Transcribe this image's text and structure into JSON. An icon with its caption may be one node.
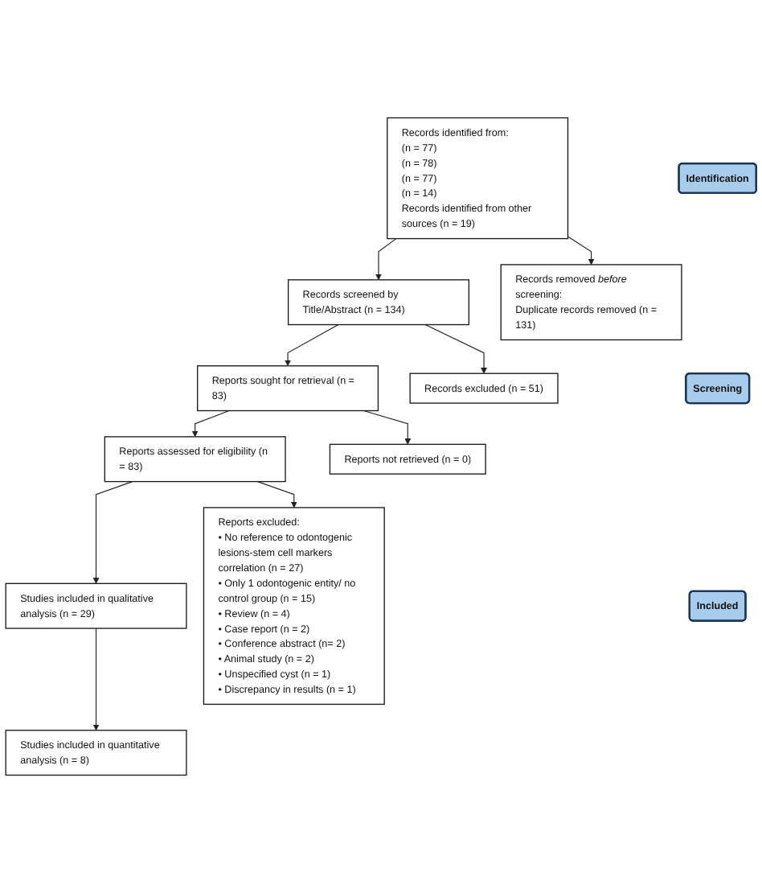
{
  "diagram": {
    "nodes": [
      {
        "text": [
          "Identification"
        ]
      },
      {
        "text": [
          "Records identified from:",
          "(n = 77)",
          "(n = 78)",
          "(n = 77)",
          "(n = 14)",
          "Records identified from other sources (n = 19)"
        ]
      },
      {
        "text": [
          "Records removed *before* screening:",
          "Duplicate records removed (n = 131)"
        ]
      },
      {
        "text": [
          "Screening"
        ]
      },
      {
        "text": [
          "Records screened by Title/Abstract (n = 134)"
        ]
      },
      {
        "text": [
          "Records excluded (n = 51)"
        ]
      },
      {
        "text": [
          "Reports sought for retrieval (n = 83)"
        ]
      },
      {
        "text": [
          "Reports not retrieved (n = 0)"
        ]
      },
      {
        "text": [
          "Reports assessed for eligibility (n = 83)"
        ]
      },
      {
        "text": [
          "Reports excluded:",
          "• No reference to odontogenic lesions-stem cell markers correlation (n = 27)",
          "• Only 1 odontogenic entity/ no control group (n = 15)",
          "• Review (n = 4)",
          "• Case report (n = 2)",
          "• Conference abstract (n= 2)",
          "• Animal study (n = 2)",
          "• Unspecified cyst (n = 1)",
          "• Discrepancy in results (n = 1)"
        ]
      },
      {
        "text": [
          "Included"
        ]
      },
      {
        "text": [
          "Studies included in qualitative analysis (n = 29)"
        ]
      },
      {
        "text": [
          "Studies included in quantitative analysis (n = 8)"
        ]
      }
    ],
    "edges": [
      {
        "from": 1,
        "to": 4,
        "arrow": "to"
      },
      {
        "from": 1,
        "to": 2,
        "arrow": "to"
      },
      {
        "from": 4,
        "to": 6,
        "arrow": "to"
      },
      {
        "from": 4,
        "to": 5,
        "arrow": "to"
      },
      {
        "from": 6,
        "to": 8,
        "arrow": "to"
      },
      {
        "from": 6,
        "to": 7,
        "arrow": "to"
      },
      {
        "from": 8,
        "to": 11,
        "arrow": "to"
      },
      {
        "from": 8,
        "to": 9,
        "arrow": "to"
      },
      {
        "from": 11,
        "to": 12,
        "arrow": "to"
      }
    ]
  }
}
